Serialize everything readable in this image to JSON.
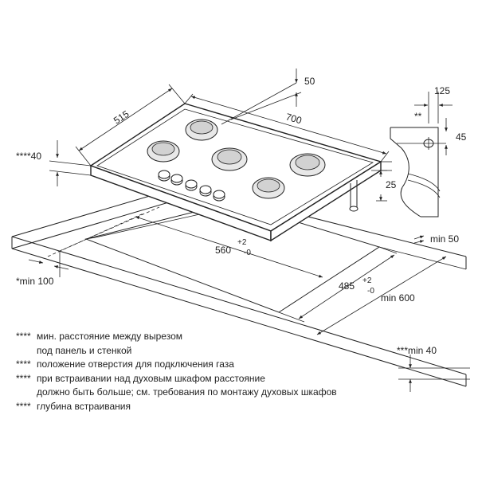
{
  "dimensions": {
    "width_700": "700",
    "depth_515": "515",
    "top_offset_50": "50",
    "side_125": "125",
    "gap_marker": "**",
    "side_45": "45",
    "height_25": "25",
    "left_marker_40": "****40",
    "min_50": "min 50",
    "cutout_width": "560",
    "cutout_width_tol_plus": "+2",
    "cutout_width_tol_minus": "-0",
    "cutout_depth": "485",
    "cutout_depth_tol_plus": "+2",
    "cutout_depth_tol_minus": "-0",
    "min_600": "min 600",
    "min_100": "*min 100",
    "min_40": "***min 40"
  },
  "notes": [
    {
      "mark": "****",
      "text": "мин. расстояние между вырезом",
      "cont": "под панель и стенкой"
    },
    {
      "mark": "****",
      "text": "положение отверстия для подключения газа",
      "cont": ""
    },
    {
      "mark": "****",
      "text": "при встраивании над духовым шкафом расстояние",
      "cont": "должно быть больше; см. требования по монтажу духовых шкафов"
    },
    {
      "mark": "****",
      "text": "глубина встраивания",
      "cont": ""
    }
  ]
}
